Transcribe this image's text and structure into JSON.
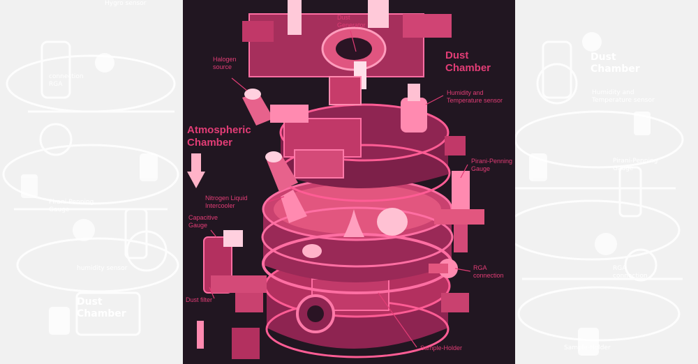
{
  "labels": {
    "dust_generator": "Dust\nGenerator",
    "halogen_source": "Halogen\nsource",
    "dust_chamber": "Dust\nChamber",
    "humidity_sensor": "Humidity and\nTemperature sensor",
    "atmospheric_chamber": "Atmospheric\nChamber",
    "pirani_penning": "Pirani-Penning\nGauge",
    "nitrogen_intercooler": "Nitrogen Liquid\nIntercooler",
    "capacitive_gauge": "Capacitive\nGauge",
    "rga_connection": "RGA\nconnection",
    "dust_filter": "Dust filter",
    "sample_holder": "Sample-Holder"
  },
  "colors": {
    "accent": "#e23d76",
    "background": "#211621",
    "side_background": "#f1f1f1"
  }
}
